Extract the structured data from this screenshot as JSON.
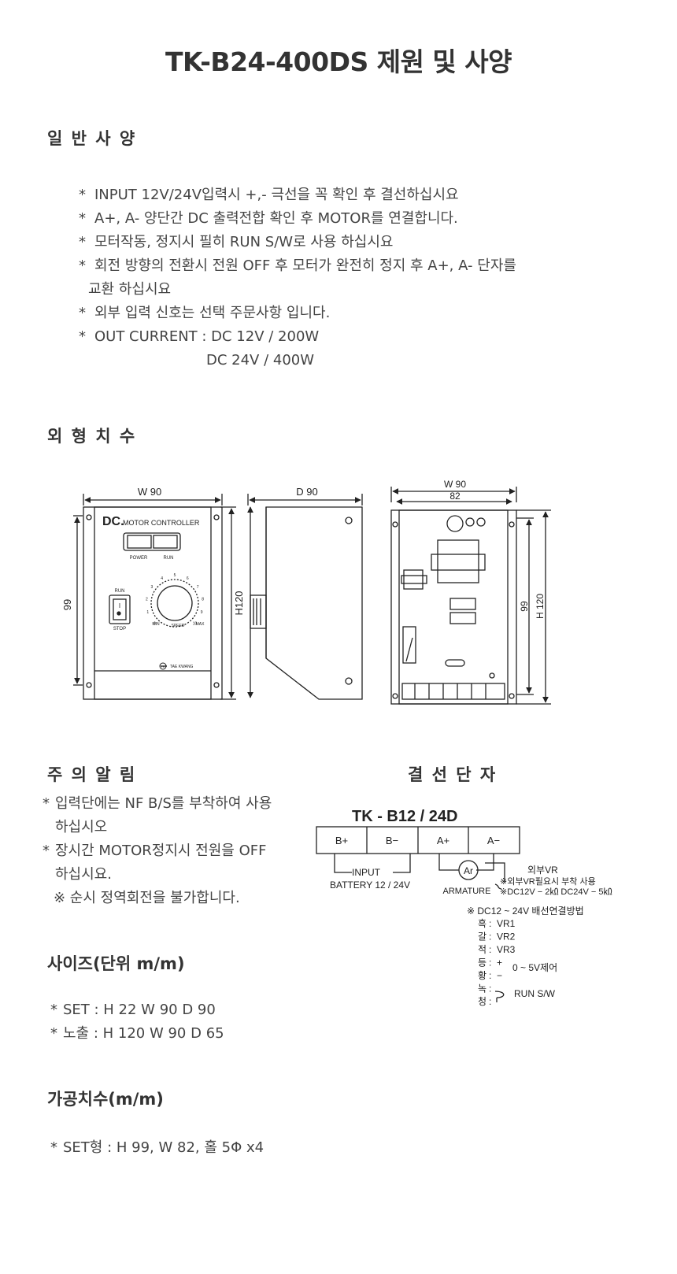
{
  "title": "TK-B24-400DS 제원 및 사양",
  "general": {
    "heading": "일 반 사 양",
    "items": [
      {
        "mark": "*",
        "text": "INPUT 12V/24V입력시 +,- 극선을 꼭 확인 후 결선하십시요"
      },
      {
        "mark": "*",
        "text": "A+, A- 양단간 DC 출력전합 확인 후 MOTOR를 연결합니다."
      },
      {
        "mark": "*",
        "text": "모터작동, 정지시 필히 RUN S/W로 사용 하십시요"
      },
      {
        "mark": "*",
        "text": "회전 방향의 전환시 전원 OFF 후 모터가 완전히 정지 후 A+, A- 단자를"
      },
      {
        "mark": "",
        "text": "교환 하십시요"
      },
      {
        "mark": "*",
        "text": "외부 입력 신호는 선택 주문사항 입니다."
      },
      {
        "mark": "*",
        "text": "OUT CURRENT : DC 12V / 200W"
      },
      {
        "mark": "",
        "text": "DC 24V / 400W"
      }
    ]
  },
  "dimensions": {
    "heading": "외 형 치 수",
    "front": {
      "width_label": "W 90",
      "height_label": "99",
      "brand_big": "DC.",
      "brand_small": "MOTOR CONTROLLER",
      "power_label": "POWER",
      "run_label": "RUN",
      "switch_run": "RUN",
      "switch_stop": "STOP",
      "switch_glyph": "I",
      "dial_numbers": [
        "0",
        "1",
        "2",
        "3",
        "4",
        "5",
        "6",
        "7",
        "8",
        "9",
        "10"
      ],
      "min_label": "MIN",
      "speed_label": "SPEED",
      "max_label": "MAX",
      "maker_mark": "TK",
      "maker": "TAE KWANG"
    },
    "side": {
      "depth_label": "D 90",
      "height_label": "H120"
    },
    "back": {
      "width_label": "W 90",
      "inner_width_label": "82",
      "inner_height_label": "99",
      "height_label": "H 120"
    }
  },
  "caution": {
    "heading": "주 의 알 림",
    "items": [
      {
        "mark": "*",
        "text": "입력단에는 NF B/S를 부착하여 사용"
      },
      {
        "mark": "",
        "text": "하십시오"
      },
      {
        "mark": "*",
        "text": "장시간 MOTOR정지시 전원을 OFF"
      },
      {
        "mark": "",
        "text": "하십시요."
      },
      {
        "mark": "",
        "text": "※ 순시 정역회전을 불가합니다."
      }
    ]
  },
  "wiring": {
    "heading": "결 선 단 자",
    "model": "TK - B12 / 24D",
    "terminals": [
      "B+",
      "B−",
      "A+",
      "A−"
    ],
    "input_label": "INPUT",
    "battery_label": "BATTERY 12 / 24V",
    "motor_symbol": "Ar",
    "armature_label": "ARMATURE",
    "vr_title": "외부VR",
    "vr_note1": "※외부VR필요시 부착 사용",
    "vr_note2": "※DC12V − 2㏀  DC24V − 5㏀",
    "method_title": "※ DC12 ~ 24V  배선연결방법",
    "wires": [
      {
        "color": "흑",
        "sep": ":",
        "value": "VR1"
      },
      {
        "color": "갈",
        "sep": ":",
        "value": "VR2"
      },
      {
        "color": "적",
        "sep": ":",
        "value": "VR3"
      },
      {
        "color": "등",
        "sep": ":",
        "value": "+"
      },
      {
        "color": "황",
        "sep": ":",
        "value": "−"
      },
      {
        "color": "녹",
        "sep": ":",
        "value": ""
      },
      {
        "color": "청",
        "sep": ":",
        "value": ""
      }
    ],
    "control_label": "0 ~ 5V제어",
    "run_sw_label": "RUN   S/W"
  },
  "size": {
    "heading": "사이즈(단위 m/m)",
    "items": [
      {
        "mark": "*",
        "text": "SET : H 22   W 90   D 90"
      },
      {
        "mark": "*",
        "text": "노출 : H 120  W 90  D 65"
      }
    ]
  },
  "machining": {
    "heading": "가공치수(m/m)",
    "items": [
      {
        "mark": "*",
        "text": "SET형 : H 99,  W 82,  홀 5Φ x4"
      }
    ]
  }
}
